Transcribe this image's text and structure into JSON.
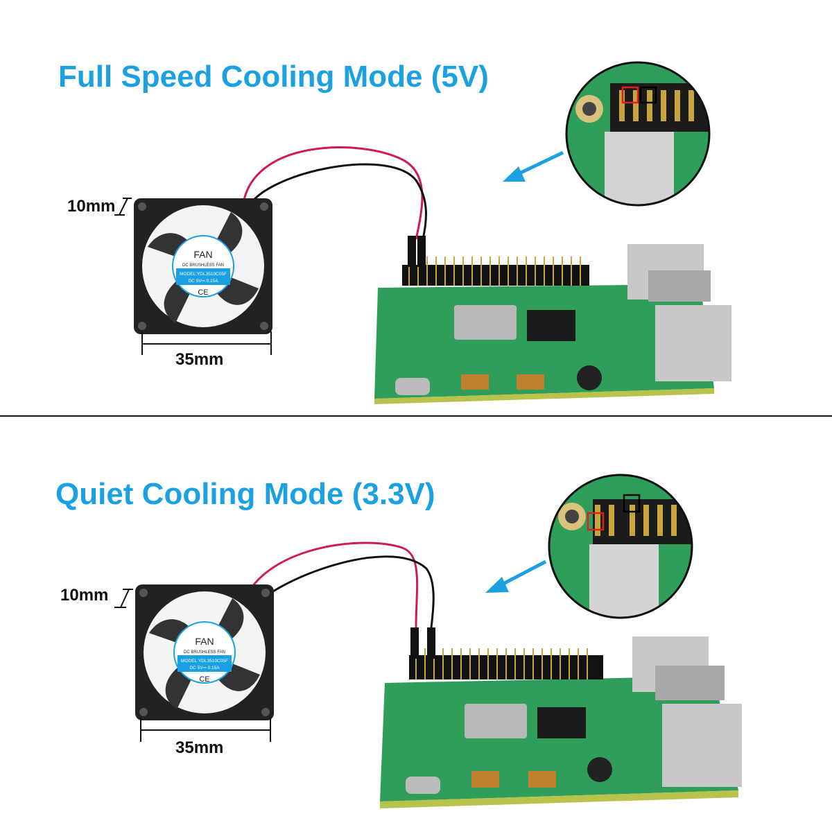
{
  "colors": {
    "title": "#1ba1e2",
    "pcb": "#2e9e5a",
    "fan": "#222222",
    "wire_red": "#d0195a",
    "wire_black": "#111111",
    "arrow": "#1ba1e2",
    "highlight_red": "#e02020"
  },
  "sections": [
    {
      "title": "Full Speed Cooling Mode (5V)",
      "fan_height": "10mm",
      "fan_width": "35mm",
      "fan_label": {
        "name": "FAN",
        "line1": "DC BRUSHLESS FAN",
        "line2": "MODEL:YDL3510C05F",
        "line3": "DC 5V⎓ 0.15A",
        "mark": "CE"
      }
    },
    {
      "title": "Quiet Cooling Mode (3.3V)",
      "fan_height": "10mm",
      "fan_width": "35mm",
      "fan_label": {
        "name": "FAN",
        "line1": "DC BRUSHLESS FAN",
        "line2": "MODEL:YDL3510C05F",
        "line3": "DC 5V⎓ 0.15A",
        "mark": "CE"
      }
    }
  ]
}
